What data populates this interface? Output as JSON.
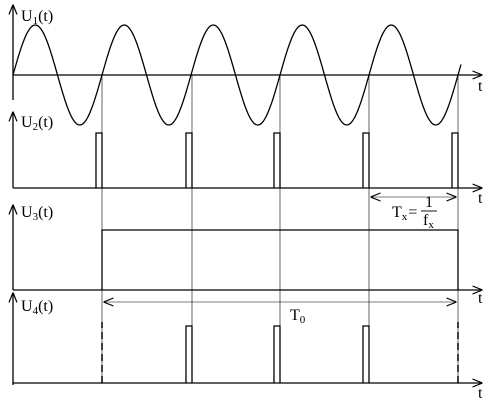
{
  "rows": [
    {
      "symbol": "U",
      "subscript": "1",
      "arg": "(t)"
    },
    {
      "symbol": "U",
      "subscript": "2",
      "arg": "(t)"
    },
    {
      "symbol": "U",
      "subscript": "3",
      "arg": "(t)"
    },
    {
      "symbol": "U",
      "subscript": "4",
      "arg": "(t)"
    }
  ],
  "time_axis_label": "t",
  "annotations": {
    "tx": {
      "symbol": "T",
      "subscript": "x",
      "equals": "=",
      "numerator": "1",
      "denom_symbol": "f",
      "denom_subscript": "x"
    },
    "t0": {
      "symbol": "T",
      "subscript": "0"
    }
  }
}
